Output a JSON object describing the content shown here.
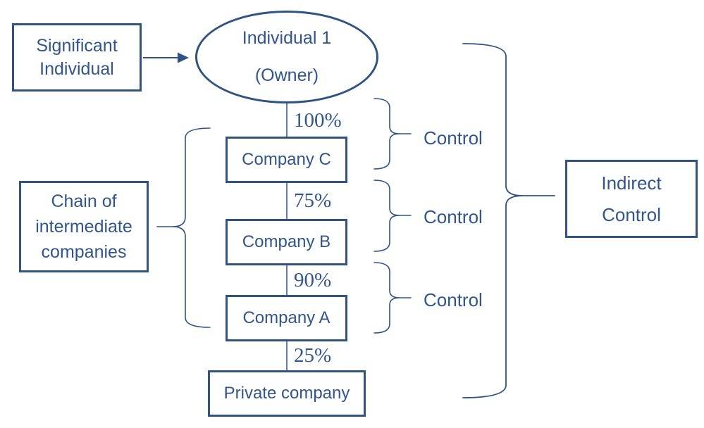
{
  "colors": {
    "line": "#2F5383",
    "text": "#31558C",
    "background": "#FFFFFF"
  },
  "nodes": {
    "significant_individual": {
      "line1": "Significant",
      "line2": "Individual"
    },
    "owner": {
      "line1": "Individual 1",
      "line2": "(Owner)"
    }
  },
  "chain": [
    {
      "percent": "100%",
      "company": "Company C",
      "control": "Control"
    },
    {
      "percent": "75%",
      "company": "Company B",
      "control": "Control"
    },
    {
      "percent": "90%",
      "company": "Company A",
      "control": "Control"
    },
    {
      "percent": "25%",
      "company": "Private company"
    }
  ],
  "annotations": {
    "chain_note": {
      "line1": "Chain of",
      "line2": "intermediate",
      "line3": "companies"
    },
    "indirect_control": {
      "line1": "Indirect",
      "line2": "Control"
    }
  }
}
